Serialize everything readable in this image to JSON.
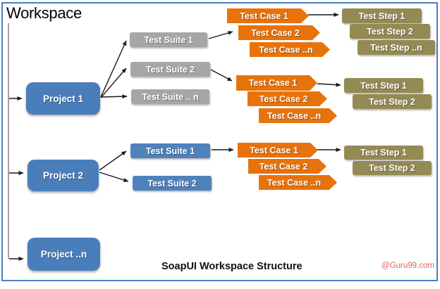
{
  "title": "Workspace",
  "caption": "SoapUI Workspace Structure",
  "watermark": "@Guru99.com",
  "colors": {
    "frame-blue": "#4a7fc1",
    "project-blue": "#4a7ebb",
    "suite-gray": "#a6a6a6",
    "suite-blue": "#4f81bd",
    "case-orange": "#e8730c",
    "step-olive": "#948a54",
    "tree-line": "#8c8c8c",
    "arrow-black": "#1a1a1a",
    "watermark-red": "#e0645f"
  },
  "projects": [
    {
      "label": "Project 1"
    },
    {
      "label": "Project 2"
    },
    {
      "label": "Project ..n"
    }
  ],
  "suites": [
    {
      "label": "Test Suite 1"
    },
    {
      "label": "Test Suite 2"
    },
    {
      "label": "Test Suite .. n"
    },
    {
      "label": "Test Suite 1"
    },
    {
      "label": "Test Suite 2"
    }
  ],
  "case_groups": [
    [
      "Test Case 1",
      "Test Case 2",
      "Test Case ..n"
    ],
    [
      "Test Case 1",
      "Test Case 2",
      "Test Case ..n"
    ],
    [
      "Test Case 1",
      "Test Case 2",
      "Test Case ..n"
    ]
  ],
  "step_groups": [
    [
      "Test Step 1",
      "Test Step 2",
      "Test Step ..n"
    ],
    [
      "Test Step 1",
      "Test Step 2"
    ],
    [
      "Test Step 1",
      "Test Step 2"
    ]
  ]
}
